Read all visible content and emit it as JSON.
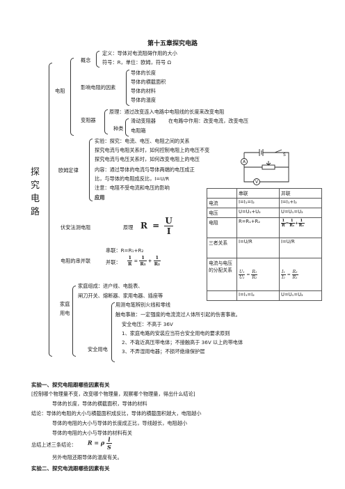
{
  "title": "第十五章探究电路",
  "root": "探究电路",
  "root_chars": [
    "探",
    "究",
    "电",
    "路"
  ],
  "resistance": {
    "label": "电阻",
    "concept": {
      "label": "概念",
      "definition": "定义：导体对电流阻碍作用的大小",
      "symbol": "符号：R，单位：欧姆，符号 Ω"
    },
    "factors": {
      "label": "影响电阻的因素",
      "items": [
        "导体的长度",
        "导体的横截面积",
        "导体的材料",
        "导体的温度"
      ]
    },
    "rheostat": {
      "label": "变阻器",
      "principle": "原理：通过改变连入电路中电阻线的长度来改变电阻",
      "types_label": "种类",
      "slide": "滑动变阻器",
      "slide_role": "在电路中作用：改变电流，改变电压",
      "box": "电阻箱"
    }
  },
  "ohm": {
    "label": "欧姆定律",
    "experiment": "实验：探究：电流、电压、电阻之间的关系",
    "line2": "探究电流与电阻关系时，如何控制电阻上的电压不变",
    "line3": "探究电流与电压关系时，如何改变电阻上的电压",
    "content": "内容：通过导体的电流与导体两端的电压成正",
    "content2": "比，与导体的电阻成反比，I=U/R",
    "note": "注意：电阻不受电流和电压的影响",
    "application": "应用"
  },
  "circuit_labels": {
    "s": "S",
    "a": "A",
    "v": "V"
  },
  "voltammeter": {
    "label": "伏安法测电阻",
    "principle": "原理",
    "formula_lhs": "R",
    "formula_num": "U",
    "formula_den": "I"
  },
  "series_parallel": {
    "label": "电阻的串并联",
    "series": "串联：R=R₁+R₂",
    "parallel": "并联："
  },
  "household": {
    "label": "家庭用电",
    "composition": "家庭组成：进户线、电能表、",
    "composition2": "闸刀开关、熔断器、家用电器、插座等",
    "tester": "用测电笔辨别火线和零线",
    "shock": "触电事故：一定强度的电流流过人体所引起的伤害事故。",
    "safety_label": "安全用电",
    "safe_voltage": "安全电压：不高于 36V",
    "rules": [
      "1、家庭电路的安装应当符合安全用电的要求原则",
      "2、不靠近高压带电体；不接触高于 36V 以上的带电体",
      "3、不弄湿用电器；不损坏绝缘保护层"
    ]
  },
  "table": {
    "headers": [
      "",
      "串联",
      "并联"
    ],
    "rows": [
      [
        "电流",
        "I=I₁=I₂",
        "I=I₁+I₂"
      ],
      [
        "电压",
        "U=U₁+U₂",
        "U=U₁=U₂"
      ],
      [
        "电阻",
        "R=R₁+R₂",
        ""
      ],
      [
        "三者关系",
        "I=U/R",
        "I=U/R"
      ],
      [
        "电流与电压的分配关系",
        "",
        ""
      ]
    ],
    "last": [
      "",
      "I=I₁=I₂",
      "U=U₁=U₂"
    ]
  },
  "exp1": {
    "heading": "实验一、探究电阻跟哪些因素有关",
    "l1": "[控制哪个物理量不变，改变哪个物理量，观察哪个物理量，得出什么结论]",
    "l2": "导体的长度，导体的横截面积，导体的材料",
    "l3": "结论：导体的电阻的大小与横截面积成反比，导体的横截面积越大，电阻越小",
    "l4": "导体的电阻的大小与导体的长度成正比，导线越长，电阻越小",
    "l5": "导体的电阻的大小与导体的材料有关",
    "l6": "总结上述三条结论：",
    "l7": "另外电阻还跟导体的温度有关。"
  },
  "exp2": {
    "heading": "实验二、探究电流跟哪些因素有关"
  }
}
